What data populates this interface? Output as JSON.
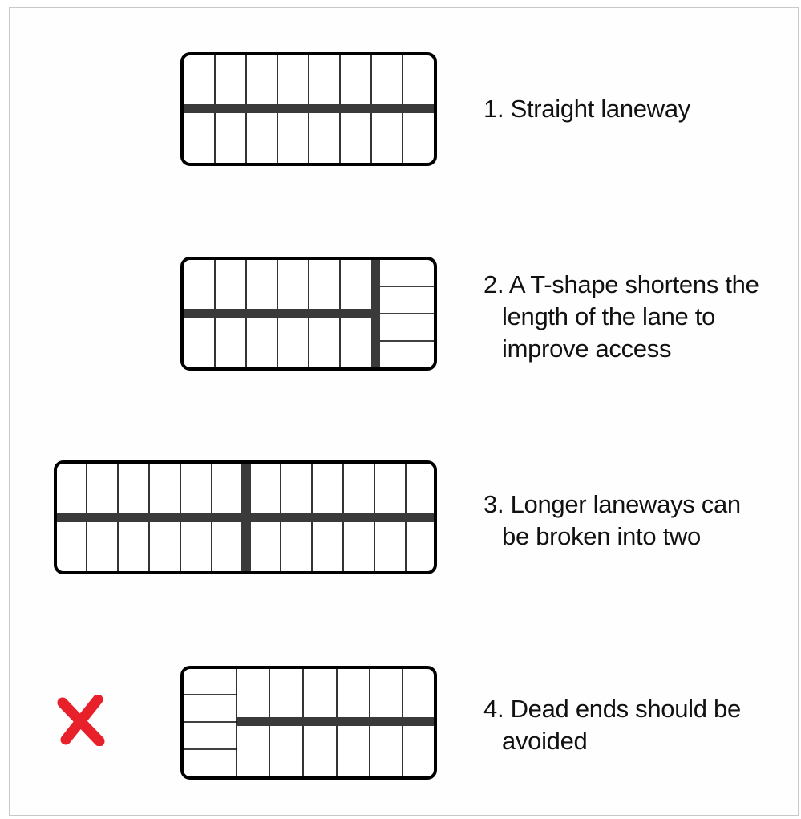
{
  "items": [
    {
      "number": "1.",
      "lines": [
        "Straight laneway"
      ]
    },
    {
      "number": "2.",
      "lines": [
        "A T-shape shortens the",
        "length of the lane to",
        "improve access"
      ]
    },
    {
      "number": "3.",
      "lines": [
        "Longer laneways can",
        "be broken into two"
      ]
    },
    {
      "number": "4.",
      "lines": [
        "Dead ends should be",
        "avoided"
      ]
    }
  ],
  "marker": {
    "icon": "cross-icon",
    "color": "#e8202a"
  },
  "colors": {
    "block_outline": "#000000",
    "lane": "#3a3a3a",
    "background": "#ffffff"
  }
}
